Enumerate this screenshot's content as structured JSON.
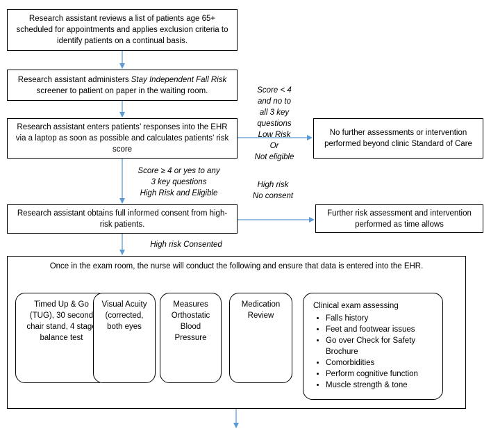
{
  "step1": "Research assistant reviews a list of patients age 65+ scheduled for appointments and applies exclusion criteria to identify patients on a continual basis.",
  "step2": {
    "before": "Research assistant administers ",
    "italic": "Stay Independent Fall Risk",
    "after": " screener to patient on paper in the waiting room."
  },
  "step3": "Research assistant enters patients’ responses into the EHR via a laptop as soon as possible and calculates patients’ risk score",
  "low_risk_label": [
    "Score < 4",
    "and no to",
    "all 3 key",
    "questions",
    "Low Risk",
    "Or",
    "Not eligible"
  ],
  "no_further": "No further assessments or intervention performed beyond clinic Standard of Care",
  "high_eligible_label": [
    "Score ≥ 4 or yes to any",
    "3 key questions",
    "High Risk and Eligible"
  ],
  "no_consent_label": [
    "High risk",
    "No consent"
  ],
  "step4": "Research assistant obtains full informed consent from high-risk patients.",
  "further_risk": "Further risk assessment and intervention performed as time allows",
  "consented_label": "High risk Consented",
  "exam_intro": "Once in the exam room, the nurse will conduct the following and ensure that data is entered into the EHR.",
  "tests": [
    "Timed Up & Go (TUG), 30 second chair stand, 4 stage balance test",
    "Visual Acuity (corrected, both eyes",
    "Measures Orthostatic Blood Pressure",
    "Medication Review"
  ],
  "clinical_exam": {
    "title": "Clinical exam assessing",
    "items": [
      "Falls history",
      "Feet and footwear issues",
      "Go over Check for Safety Brochure",
      "Comorbidities",
      "Perform cognitive function",
      "Muscle strength & tone"
    ]
  },
  "colors": {
    "arrow": "#5b9bd5",
    "border": "#000000"
  }
}
